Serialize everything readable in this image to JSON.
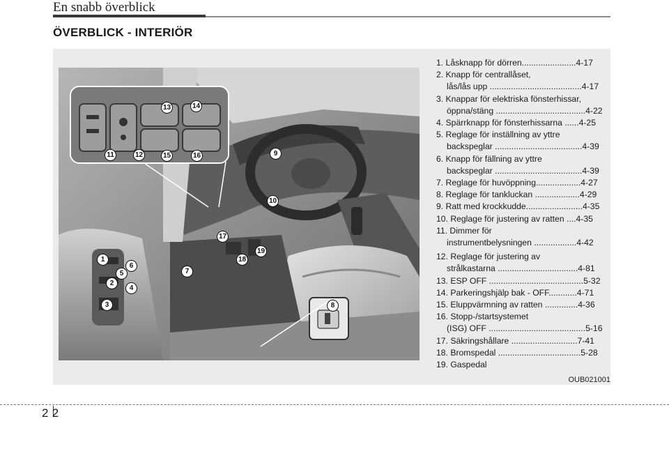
{
  "header": {
    "chapter_title": "En snabb överblick",
    "section_title": "ÖVERBLICK - INTERIÖR"
  },
  "figure": {
    "code": "OUB021001",
    "callouts": [
      "1",
      "2",
      "3",
      "4",
      "5",
      "6",
      "7",
      "8",
      "9",
      "10",
      "11",
      "12",
      "13",
      "14",
      "15",
      "16",
      "17",
      "18",
      "19"
    ]
  },
  "list": [
    {
      "lines": [
        "1. Låsknapp för dörren.......................4-17"
      ]
    },
    {
      "lines": [
        "2. Knapp för centrallåset,",
        "lås/lås upp .......................................4-17"
      ]
    },
    {
      "lines": [
        "3. Knappar för elektriska fönsterhissar,",
        "öppna/stäng ......................................4-22"
      ]
    },
    {
      "lines": [
        "4. Spärrknapp för fönsterhissarna ......4-25"
      ]
    },
    {
      "lines": [
        "5. Reglage för inställning av yttre",
        "backspeglar .....................................4-39"
      ]
    },
    {
      "lines": [
        "6. Knapp för fällning av yttre",
        "backspeglar .....................................4-39"
      ]
    },
    {
      "lines": [
        "7. Reglage för huvöppning...................4-27"
      ]
    },
    {
      "lines": [
        "8. Reglage för tankluckan ...................4-29"
      ]
    },
    {
      "lines": [
        "9. Ratt med krockkudde........................4-35"
      ]
    },
    {
      "lines": [
        "10. Reglage för justering av ratten ....4-35"
      ]
    },
    {
      "lines": [
        "11. Dimmer för",
        "instrumentbelysningen ..................4-42"
      ]
    },
    {
      "lines": [
        "12. Reglage för justering av",
        "strålkastarna ..................................4-81"
      ],
      "gap": true
    },
    {
      "lines": [
        "13. ESP OFF ........................................5-32"
      ]
    },
    {
      "lines": [
        "14. Parkeringshjälp bak - OFF............4-71"
      ]
    },
    {
      "lines": [
        "15. Eluppvärmning av ratten ..............4-36"
      ]
    },
    {
      "lines": [
        "16. Stopp-/startsystemet",
        "(ISG) OFF .........................................5-16"
      ]
    },
    {
      "lines": [
        "17. Säkringshållare ............................7-41"
      ]
    },
    {
      "lines": [
        "18. Bromspedal ...................................5-28"
      ]
    },
    {
      "lines": [
        "19. Gaspedal"
      ]
    }
  ],
  "footer": {
    "page_number": "2 2"
  }
}
